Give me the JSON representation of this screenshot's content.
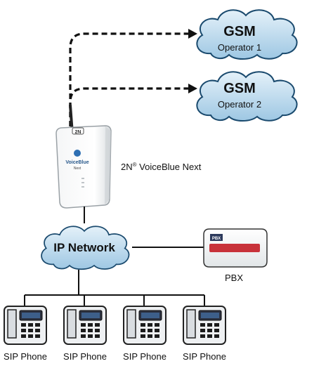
{
  "gsm_clouds": [
    {
      "title": "GSM",
      "subtitle": "Operator 1"
    },
    {
      "title": "GSM",
      "subtitle": "Operator 2"
    }
  ],
  "device": {
    "label_prefix": "2N",
    "label_reg": "®",
    "label_suffix": " VoiceBlue Next",
    "badge": "2N",
    "face_line1": "VoiceBlue",
    "face_line2": "Next"
  },
  "network": {
    "label": "IP Network"
  },
  "pbx": {
    "label": "PBX",
    "badge": "PBX"
  },
  "phones": [
    {
      "label": "SIP Phone"
    },
    {
      "label": "SIP Phone"
    },
    {
      "label": "SIP Phone"
    },
    {
      "label": "SIP Phone"
    }
  ],
  "colors": {
    "cloud_top": "#e4f1f9",
    "cloud_bottom": "#9ec7e3",
    "cloud_outline": "#1a4a6e",
    "pbx_stripe": "#c8323a"
  }
}
